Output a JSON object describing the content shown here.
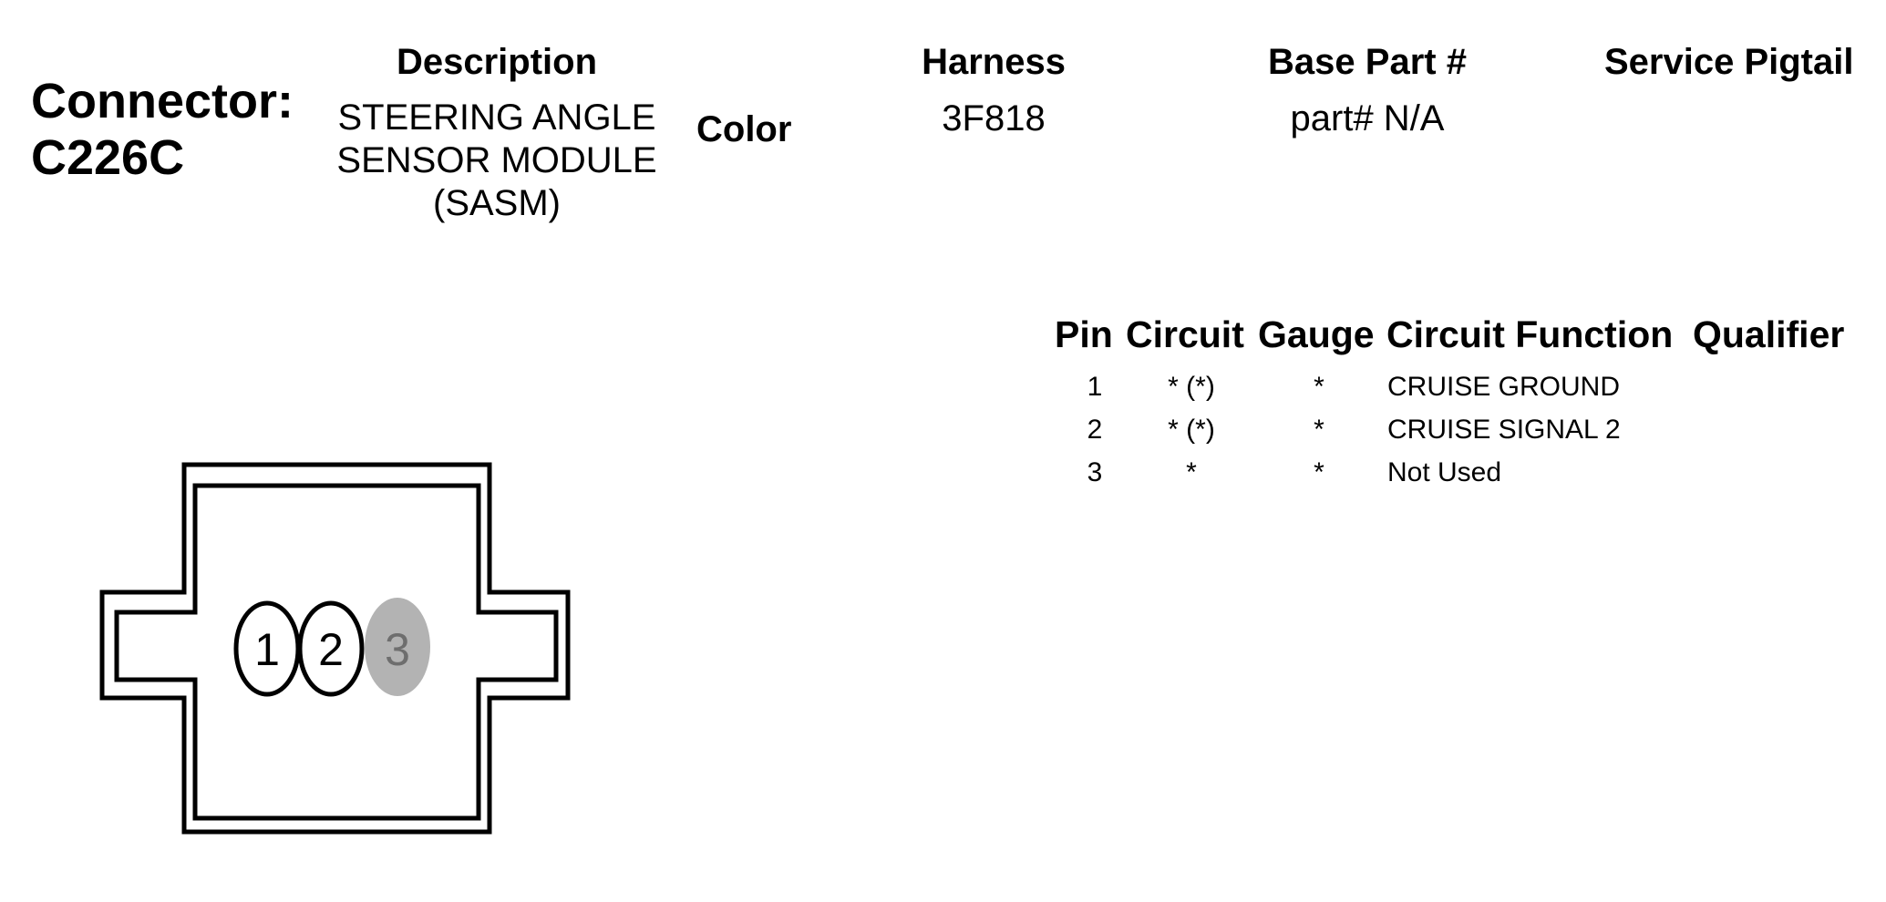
{
  "connector": {
    "label": "Connector:",
    "id": "C226C"
  },
  "headers": {
    "description": "Description",
    "color": "Color",
    "harness": "Harness",
    "base_part": "Base Part #",
    "service_pigtail": "Service Pigtail"
  },
  "description_lines": [
    "STEERING ANGLE",
    "SENSOR MODULE",
    "(SASM)"
  ],
  "harness_value": "3F818",
  "base_part_value": "part# N/A",
  "pin_table": {
    "columns": [
      "Pin",
      "Circuit",
      "Gauge",
      "Circuit Function",
      "Qualifier"
    ],
    "rows": [
      {
        "pin": "1",
        "circuit": "* (*)",
        "gauge": "*",
        "function": "CRUISE GROUND"
      },
      {
        "pin": "2",
        "circuit": "* (*)",
        "gauge": "*",
        "function": "CRUISE SIGNAL 2"
      },
      {
        "pin": "3",
        "circuit": "*",
        "gauge": "*",
        "function": "Not Used"
      }
    ]
  },
  "diagram": {
    "pins": [
      {
        "number": "1",
        "state": "used"
      },
      {
        "number": "2",
        "state": "used"
      },
      {
        "number": "3",
        "state": "unused"
      }
    ],
    "colors": {
      "outline": "#000000",
      "unused_pin_fill": "#b3b3b3",
      "unused_pin_text": "#6e6e6e"
    }
  }
}
